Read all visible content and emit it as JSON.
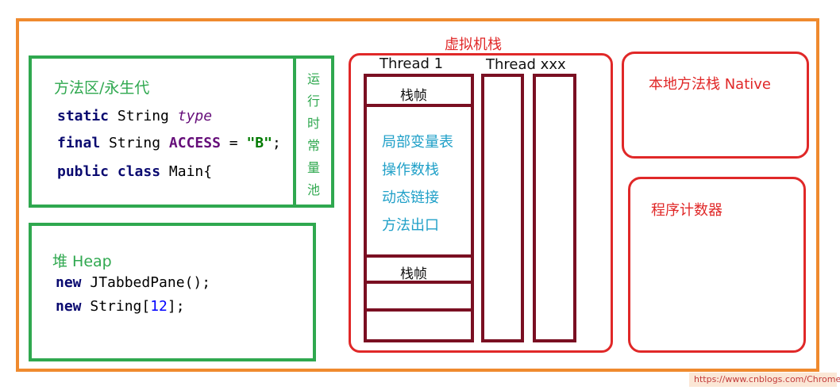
{
  "method_area": {
    "title": "方法区/永生代",
    "line1": {
      "kw": "static",
      "type": "String",
      "field": "type"
    },
    "line2": {
      "kw": "final",
      "type": "String",
      "field": "ACCESS",
      "op": "=",
      "value": "\"B\"",
      "end": ";"
    },
    "line3": {
      "kw1": "public",
      "kw2": "class",
      "name": "Main{"
    }
  },
  "const_pool": {
    "chars": [
      "运",
      "行",
      "时",
      "常",
      "量",
      "池"
    ]
  },
  "heap": {
    "title": "堆 Heap",
    "line1": {
      "kw": "new",
      "rest": "JTabbedPane();"
    },
    "line2": {
      "kw": "new",
      "type": "String[",
      "num": "12",
      "end": "];"
    }
  },
  "vm_stack": {
    "title": "虚拟机栈",
    "thread1": "Thread 1",
    "thread2": "Thread xxx",
    "frame_label": "栈帧",
    "frame_items": [
      "局部变量表",
      "操作数栈",
      "动态链接",
      "方法出口"
    ]
  },
  "native_stack": {
    "title": "本地方法栈 Native"
  },
  "pc_register": {
    "title": "程序计数器"
  },
  "watermark": "https://www.cnblogs.com/ChromeT/",
  "colors": {
    "outer": "#ef8a2e",
    "green": "#2fa84f",
    "red": "#e02828",
    "maroon": "#7a0f22",
    "cyan": "#20a0c8"
  }
}
